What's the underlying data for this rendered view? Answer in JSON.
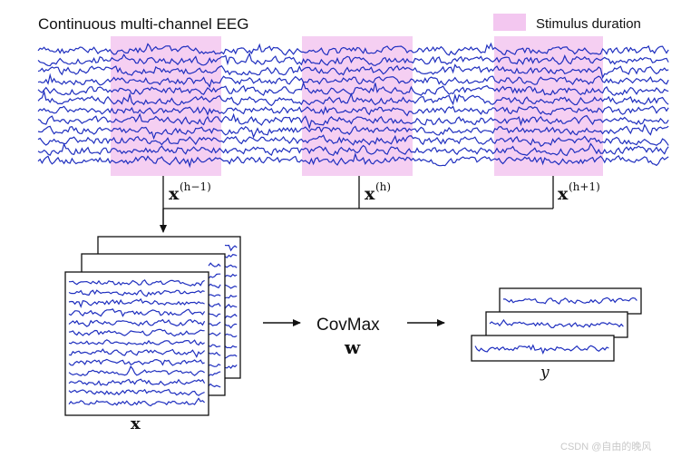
{
  "title": "Continuous multi-channel EEG",
  "legend": {
    "label": "Stimulus duration",
    "color": "#f3c7f0"
  },
  "trace_color": "#1f2fbf",
  "epochs": [
    {
      "label": "x",
      "sup": "(h−1)"
    },
    {
      "label": "x",
      "sup": "(h)"
    },
    {
      "label": "x",
      "sup": "(h+1)"
    }
  ],
  "stack_label": "x",
  "method": {
    "name": "CovMax",
    "symbol": "w"
  },
  "output_label": "y",
  "watermark": "CSDN @自由的晚风",
  "icons": [
    "arrow-right-icon",
    "arrow-down-icon"
  ]
}
